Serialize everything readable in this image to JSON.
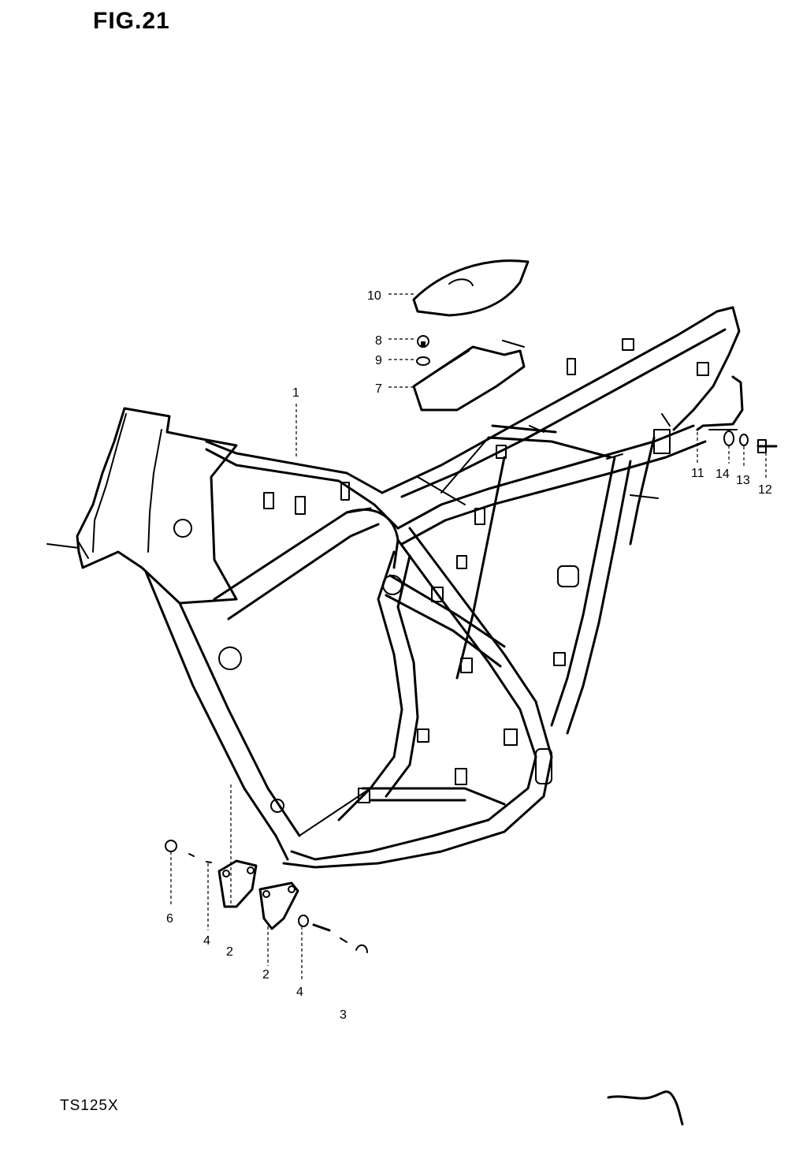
{
  "figure_title": "FIG.21",
  "model_code": "TS125X",
  "callouts": [
    {
      "id": "1",
      "label": "1"
    },
    {
      "id": "2a",
      "label": "2"
    },
    {
      "id": "2b",
      "label": "2"
    },
    {
      "id": "3",
      "label": "3"
    },
    {
      "id": "4a",
      "label": "4"
    },
    {
      "id": "4b",
      "label": "4"
    },
    {
      "id": "6",
      "label": "6"
    },
    {
      "id": "7",
      "label": "7"
    },
    {
      "id": "8",
      "label": "8"
    },
    {
      "id": "9",
      "label": "9"
    },
    {
      "id": "10",
      "label": "10"
    },
    {
      "id": "11",
      "label": "11"
    },
    {
      "id": "12",
      "label": "12"
    },
    {
      "id": "13",
      "label": "13"
    },
    {
      "id": "14",
      "label": "14"
    }
  ]
}
